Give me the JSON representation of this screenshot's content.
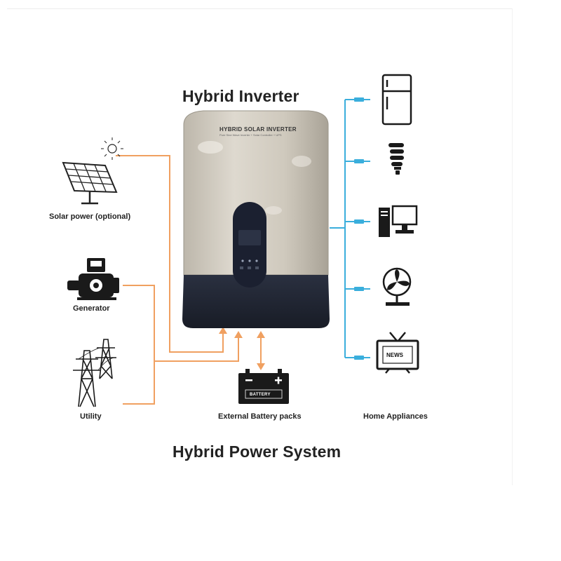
{
  "diagram": {
    "title": "Hybrid Inverter",
    "footer_title": "Hybrid Power System",
    "inverter": {
      "brand_label": "HYBRID SOLAR INVERTER",
      "sub_label": "Pure Sine Wave Inverter + Solar Controller + UPS"
    },
    "sources": [
      {
        "label": "Solar power (optional)",
        "icon": "solar-panel-icon"
      },
      {
        "label": "Generator",
        "icon": "generator-icon"
      },
      {
        "label": "Utility",
        "icon": "transmission-tower-icon"
      }
    ],
    "battery": {
      "label": "External Battery packs",
      "icon_text": "BATTERY",
      "icon": "battery-icon"
    },
    "appliances": {
      "label": "Home Appliances",
      "items": [
        {
          "icon": "refrigerator-icon"
        },
        {
          "icon": "light-bulb-icon"
        },
        {
          "icon": "computer-icon"
        },
        {
          "icon": "fan-icon"
        },
        {
          "icon": "television-icon",
          "screen_text": "NEWS"
        }
      ]
    },
    "colors": {
      "input_lines": "#f0a060",
      "output_lines": "#3aaedc",
      "icons": "#1a1a1a",
      "inverter_base": "#1f2430"
    }
  }
}
